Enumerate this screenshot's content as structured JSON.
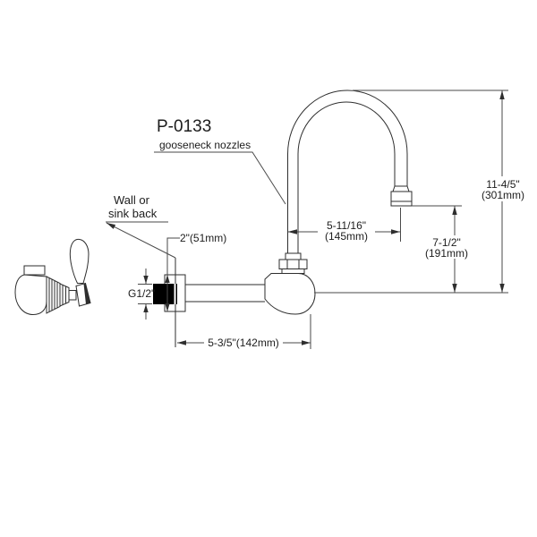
{
  "drawing": {
    "part_label": {
      "title": "P-0133",
      "subtitle": "gooseneck nozzles"
    },
    "wall_label": {
      "line1": "Wall or",
      "line2": "sink back"
    },
    "thread_label": "G1/2\"",
    "dims": {
      "flange_width": "2\"(51mm)",
      "center_length": "5-3/5\"(142mm)",
      "reach_in": "5-11/16\"",
      "reach_mm": "(145mm)",
      "outlet_in": "7-1/2\"",
      "outlet_mm": "(191mm)",
      "height_in": "11-4/5\"",
      "height_mm": "(301mm)"
    },
    "colors": {
      "line": "#2e2e2e",
      "dim_line": "#4a4a4a",
      "background": "#ffffff",
      "thread_fill": "#000000"
    }
  }
}
